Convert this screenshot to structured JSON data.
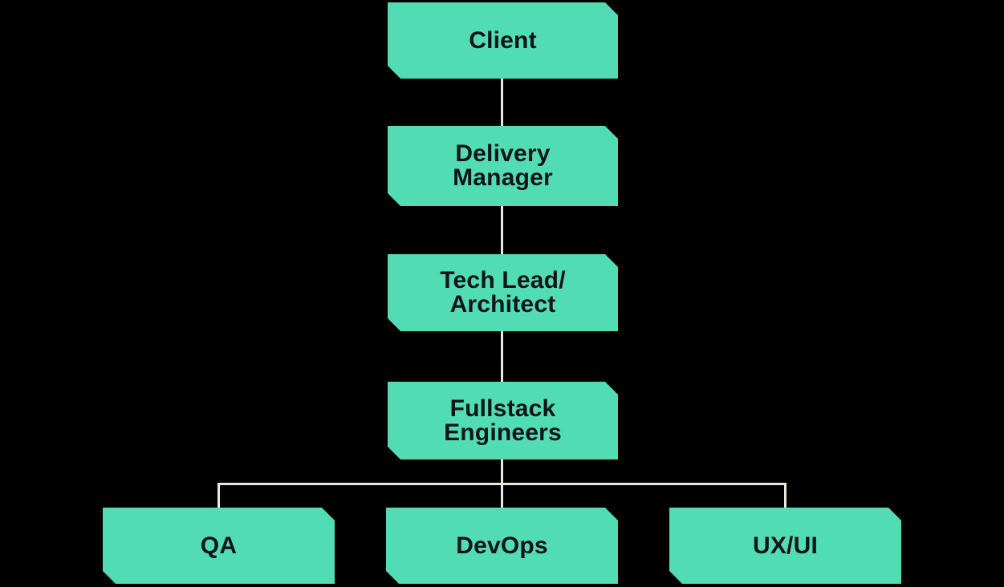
{
  "colors": {
    "background": "#000000",
    "box": "#52dcb4",
    "connector": "#ece6dd",
    "text": "#101418"
  },
  "nodes": [
    {
      "id": "client",
      "label": "Client"
    },
    {
      "id": "delivery-manager",
      "label": "Delivery\nManager"
    },
    {
      "id": "tech-lead-architect",
      "label": "Tech Lead/\nArchitect"
    },
    {
      "id": "fullstack-engineers",
      "label": "Fullstack\nEngineers"
    },
    {
      "id": "qa",
      "label": "QA"
    },
    {
      "id": "devops",
      "label": "DevOps"
    },
    {
      "id": "ux-ui",
      "label": "UX/UI"
    }
  ],
  "edges": [
    {
      "from": "client",
      "to": "delivery-manager"
    },
    {
      "from": "delivery-manager",
      "to": "tech-lead-architect"
    },
    {
      "from": "tech-lead-architect",
      "to": "fullstack-engineers"
    },
    {
      "from": "fullstack-engineers",
      "to": "qa"
    },
    {
      "from": "fullstack-engineers",
      "to": "devops"
    },
    {
      "from": "fullstack-engineers",
      "to": "ux-ui"
    }
  ]
}
